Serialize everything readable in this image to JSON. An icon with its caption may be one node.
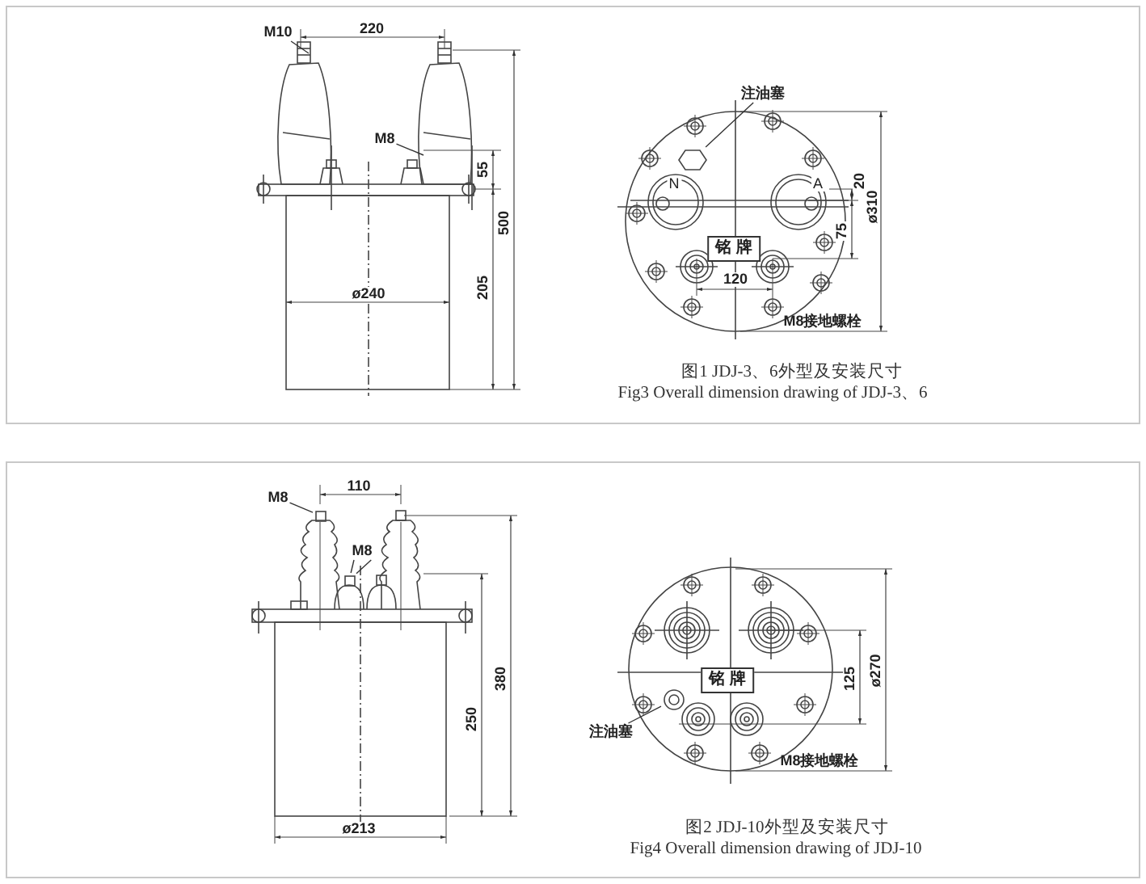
{
  "diagram": {
    "nodes": [
      {
        "text": [
          "M10"
        ]
      },
      {
        "text": [
          "M8"
        ]
      },
      {
        "text": [
          "注油塞"
        ]
      },
      {
        "text": [
          "铭 牌"
        ]
      },
      {
        "text": [
          "M8"
        ]
      },
      {
        "text": [
          "M8"
        ]
      },
      {
        "text": [
          "铭 牌"
        ]
      },
      {
        "text": [
          "注油塞"
        ]
      },
      {
        "text": [],
        "shape": "hexagon"
      },
      {
        "text": [],
        "shape": "circle"
      },
      {
        "text": [],
        "shape": "box"
      },
      {
        "text": [],
        "shape": "box"
      }
    ],
    "edges": [
      {
        "from": 0,
        "to": null,
        "arrow": "none"
      },
      {
        "from": 1,
        "to": null,
        "arrow": "none"
      },
      {
        "from": 2,
        "to": 8,
        "arrow": "none"
      },
      {
        "from": 4,
        "to": 10,
        "arrow": "none"
      },
      {
        "from": 5,
        "to": 11,
        "arrow": "none"
      },
      {
        "from": 5,
        "to": 11,
        "arrow": "none"
      },
      {
        "from": 7,
        "to": 9,
        "arrow": "none"
      }
    ],
    "labels": [
      "220",
      "55",
      "500",
      "205",
      "ø240",
      "N",
      "A",
      "20",
      "ø310",
      "75",
      "120",
      "M8接地螺栓",
      "图1 JDJ-3、6外型及安装尺寸",
      "Fig3 Overall dimension drawing of JDJ-3、6",
      "110",
      "380",
      "250",
      "ø213",
      "125",
      "ø270",
      "M8接地螺栓",
      "图2 JDJ-10外型及安装尺寸",
      "Fig4 Overall dimension drawing of JDJ-10"
    ]
  }
}
